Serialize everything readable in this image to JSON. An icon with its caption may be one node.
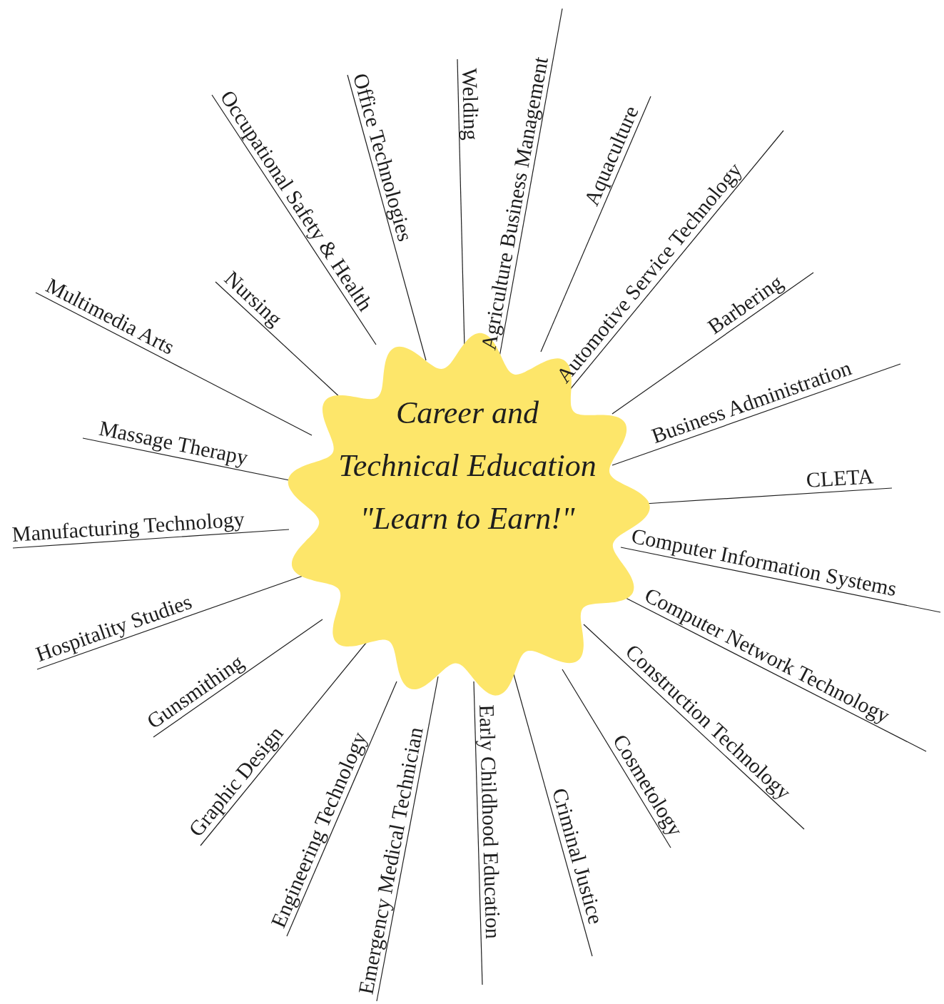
{
  "diagram": {
    "nodes": [
      {
        "text": [
          "Career and Technical Education",
          "\"Learn to Earn!\""
        ]
      },
      {
        "text": [
          "Occupational Safety & Health"
        ]
      },
      {
        "text": [
          "Office Technologies"
        ]
      },
      {
        "text": [
          "Welding"
        ]
      },
      {
        "text": [
          "Agriculture Business Management"
        ]
      },
      {
        "text": [
          "Aquaculture"
        ]
      },
      {
        "text": [
          "Automotive Service Technology"
        ]
      },
      {
        "text": [
          "Barbering"
        ]
      },
      {
        "text": [
          "Business Administration"
        ]
      },
      {
        "text": [
          "CLETA"
        ]
      },
      {
        "text": [
          "Computer Information Systems"
        ]
      },
      {
        "text": [
          "Computer Network Technology"
        ]
      },
      {
        "text": [
          "Construction Technology"
        ]
      },
      {
        "text": [
          "Cosmetology"
        ]
      },
      {
        "text": [
          "Criminal Justice"
        ]
      },
      {
        "text": [
          "Early Childhood Education"
        ]
      },
      {
        "text": [
          "Emergency Medical Technician"
        ]
      },
      {
        "text": [
          "Engineering Technology"
        ]
      },
      {
        "text": [
          "Graphic Design"
        ]
      },
      {
        "text": [
          "Gunsmithing"
        ]
      },
      {
        "text": [
          "Hospitality Studies"
        ]
      },
      {
        "text": [
          "Manufacturing Technology"
        ]
      },
      {
        "text": [
          "Massage Therapy"
        ]
      },
      {
        "text": [
          "Multimedia Arts"
        ]
      },
      {
        "text": [
          "Nursing"
        ]
      }
    ],
    "edges": [
      {
        "from": 0,
        "to": 1,
        "arrow": "none"
      },
      {
        "from": 0,
        "to": 2,
        "arrow": "none"
      },
      {
        "from": 0,
        "to": 3,
        "arrow": "none"
      },
      {
        "from": 0,
        "to": 4,
        "arrow": "none"
      },
      {
        "from": 0,
        "to": 5,
        "arrow": "none"
      },
      {
        "from": 0,
        "to": 6,
        "arrow": "none"
      },
      {
        "from": 0,
        "to": 7,
        "arrow": "none"
      },
      {
        "from": 0,
        "to": 8,
        "arrow": "none"
      },
      {
        "from": 0,
        "to": 9,
        "arrow": "none"
      },
      {
        "from": 0,
        "to": 10,
        "arrow": "none"
      },
      {
        "from": 0,
        "to": 11,
        "arrow": "none"
      },
      {
        "from": 0,
        "to": 12,
        "arrow": "none"
      },
      {
        "from": 0,
        "to": 13,
        "arrow": "none"
      },
      {
        "from": 0,
        "to": 14,
        "arrow": "none"
      },
      {
        "from": 0,
        "to": 15,
        "arrow": "none"
      },
      {
        "from": 0,
        "to": 16,
        "arrow": "none"
      },
      {
        "from": 0,
        "to": 17,
        "arrow": "none"
      },
      {
        "from": 0,
        "to": 18,
        "arrow": "none"
      },
      {
        "from": 0,
        "to": 19,
        "arrow": "none"
      },
      {
        "from": 0,
        "to": 20,
        "arrow": "none"
      },
      {
        "from": 0,
        "to": 21,
        "arrow": "none"
      },
      {
        "from": 0,
        "to": 22,
        "arrow": "none"
      },
      {
        "from": 0,
        "to": 23,
        "arrow": "none"
      },
      {
        "from": 0,
        "to": 24,
        "arrow": "none"
      }
    ]
  }
}
